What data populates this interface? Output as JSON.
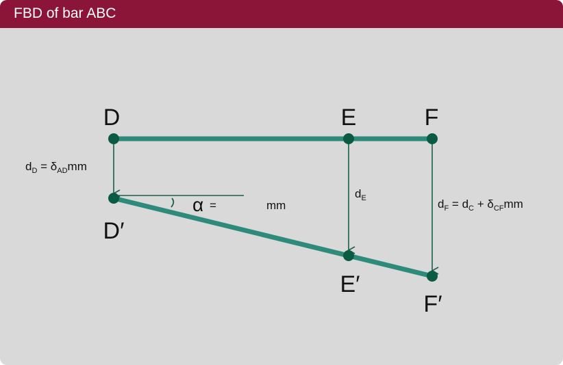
{
  "header": {
    "title": "FBD of bar ABC"
  },
  "colors": {
    "header_bg": "#8a1538",
    "panel_bg": "#d9d9d9",
    "bar": "#2e8b7a",
    "node": "#0b5a44",
    "arrow": "#1b5e4a"
  },
  "diagram": {
    "points": {
      "d": "D",
      "e": "E",
      "f": "F",
      "d_prime": "D′",
      "e_prime": "E′",
      "f_prime": "F′"
    },
    "labels": {
      "dd_main": "d",
      "dd_sub": "D",
      "dd_eq": " = δ",
      "dd_sub2": "AD",
      "dd_unit": "mm",
      "de_main": "d",
      "de_sub": "E",
      "df_main": "d",
      "df_sub": "F",
      "df_eq": " = d",
      "df_sub2": "C",
      "df_plus": " + δ",
      "df_sub3": "CF",
      "df_unit": "mm",
      "alpha_symbol": "α",
      "alpha_eq": "=",
      "alpha_unit": "mm"
    }
  }
}
